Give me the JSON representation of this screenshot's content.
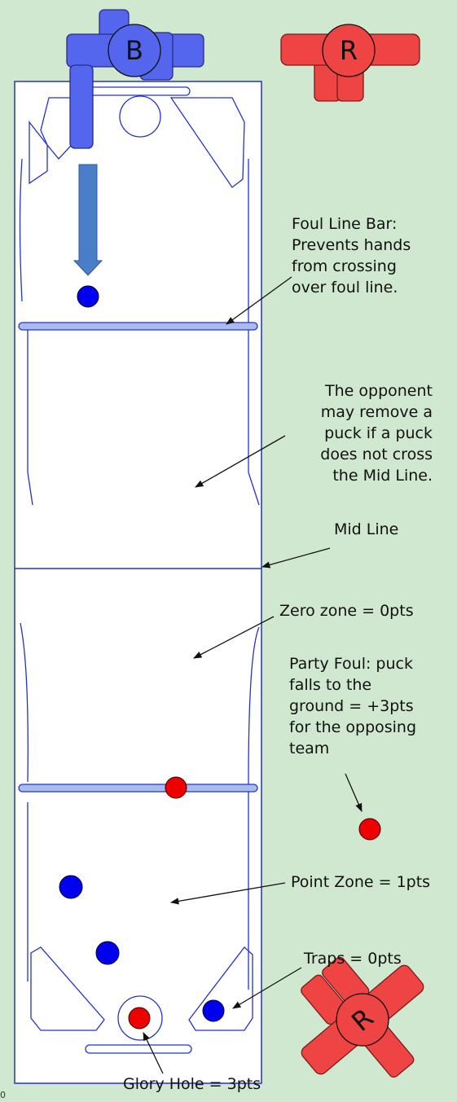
{
  "players": {
    "blue_marker": "B",
    "red_marker_top": "R",
    "red_marker_bottom": "R"
  },
  "labels": {
    "foul_line_bar": "Foul Line Bar:\nPrevents hands\nfrom crossing\nover foul line.",
    "opponent_rule": "The opponent\nmay remove a\npuck if a puck\ndoes not cross\nthe Mid Line.",
    "mid_line": "Mid Line",
    "zero_zone": "Zero zone = 0pts",
    "party_foul": "Party Foul: puck\nfalls to the\nground = +3pts\nfor the opposing\nteam",
    "point_zone": "Point Zone = 1pts",
    "traps": "Traps = 0pts",
    "glory_hole": "Glory Hole = 3pts"
  },
  "page_number": "0",
  "colors": {
    "background": "#cfe8cf",
    "blue_team": "#5566ee",
    "red_team": "#ee4444",
    "board_line": "#2233cc",
    "bar": "#aabbee",
    "blue_puck": "#0000ee",
    "red_puck": "#ee0000",
    "arrow": "#4a7ec8"
  }
}
